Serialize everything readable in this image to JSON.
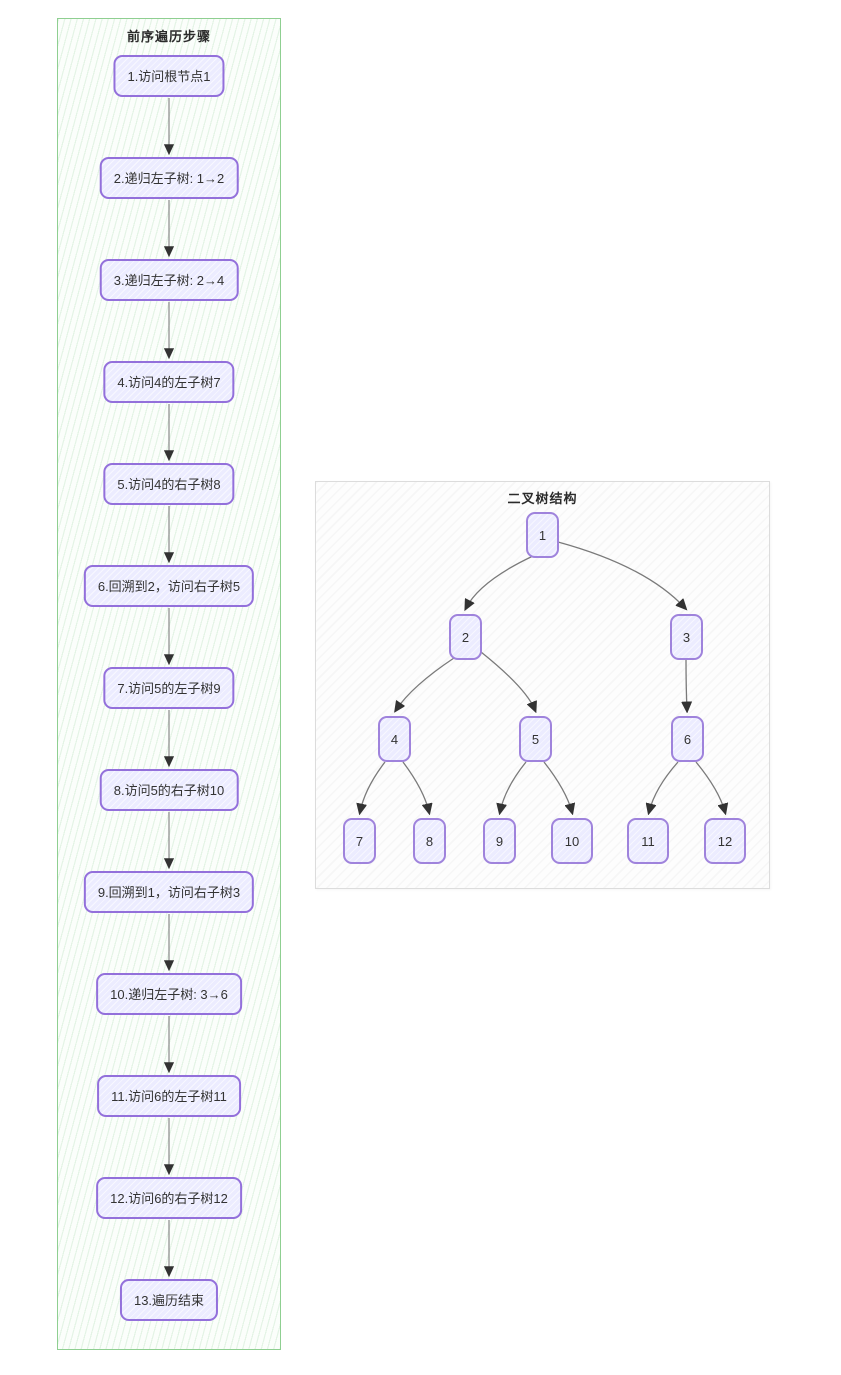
{
  "flowchart": {
    "title": "前序遍历步骤",
    "steps": [
      {
        "label": "1.访问根节点1"
      },
      {
        "label": "2.递归左子树: 1→2"
      },
      {
        "label": "3.递归左子树: 2→4"
      },
      {
        "label": "4.访问4的左子树7"
      },
      {
        "label": "5.访问4的右子树8"
      },
      {
        "label": "6.回溯到2，访问右子树5"
      },
      {
        "label": "7.访问5的左子树9"
      },
      {
        "label": "8.访问5的右子树10"
      },
      {
        "label": "9.回溯到1，访问右子树3"
      },
      {
        "label": "10.递归左子树: 3→6"
      },
      {
        "label": "11.访问6的左子树11"
      },
      {
        "label": "12.访问6的右子树12"
      },
      {
        "label": "13.遍历结束"
      }
    ]
  },
  "tree": {
    "title": "二叉树结构",
    "nodes": [
      {
        "label": "1"
      },
      {
        "label": "2"
      },
      {
        "label": "3"
      },
      {
        "label": "4"
      },
      {
        "label": "5"
      },
      {
        "label": "6"
      },
      {
        "label": "7"
      },
      {
        "label": "8"
      },
      {
        "label": "9"
      },
      {
        "label": "10"
      },
      {
        "label": "11"
      },
      {
        "label": "12"
      }
    ],
    "edges": [
      "1→2",
      "1→3",
      "2→4",
      "2→5",
      "3→6",
      "4→7",
      "4→8",
      "5→9",
      "5→10",
      "6→11",
      "6→12"
    ]
  },
  "colors": {
    "node_fill": "#ECECFF",
    "node_border": "#9370DB",
    "flow_panel_border": "#8FCF91",
    "tree_panel_border": "#DCDCDC",
    "edge_line": "#777777",
    "arrowhead": "#333333",
    "text": "#333333"
  }
}
